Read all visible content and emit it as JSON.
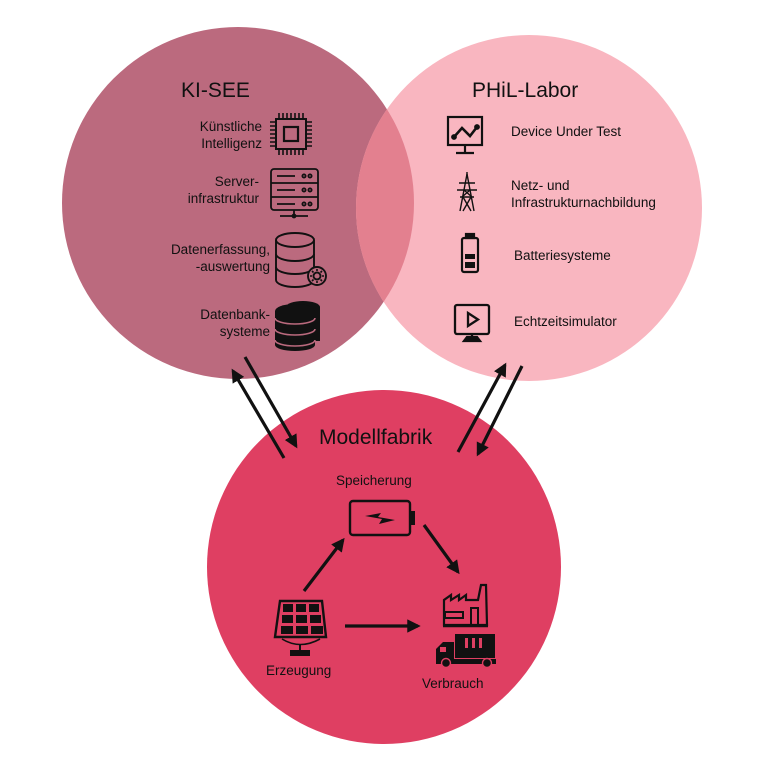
{
  "colors": {
    "ki_see": "#bb6a7e",
    "phil_labor": "#f9b6c0",
    "overlap": "#e3808f",
    "modellfabrik": "#df3f62",
    "ink": "#111111"
  },
  "ki_see": {
    "title": "KI-SEE",
    "items": [
      {
        "line1": "Künstliche",
        "line2": "Intelligenz",
        "icon": "cpu-chip-icon"
      },
      {
        "line1": "Server-",
        "line2": "infrastruktur",
        "icon": "server-rack-icon"
      },
      {
        "line1": "Datenerfassung,",
        "line2": "-auswertung",
        "icon": "database-gear-icon"
      },
      {
        "line1": "Datenbank-",
        "line2": "systeme",
        "icon": "database-stack-icon"
      }
    ]
  },
  "phil_labor": {
    "title": "PHiL-Labor",
    "items": [
      {
        "line1": "Device Under Test",
        "icon": "monitor-chart-icon"
      },
      {
        "line1": "Netz- und",
        "line2": "Infrastrukturnachbildung",
        "icon": "power-pylon-icon"
      },
      {
        "line1": "Batteriesysteme",
        "icon": "battery-icon"
      },
      {
        "line1": "Echtzeitsimulator",
        "icon": "monitor-play-icon"
      }
    ]
  },
  "modellfabrik": {
    "title": "Modellfabrik",
    "nodes": {
      "storage": {
        "label": "Speicherung",
        "icon": "battery-charging-icon"
      },
      "generation": {
        "label": "Erzeugung",
        "icon": "solar-panel-icon"
      },
      "consumption": {
        "label": "Verbrauch",
        "icon": "factory-truck-icon"
      }
    }
  }
}
